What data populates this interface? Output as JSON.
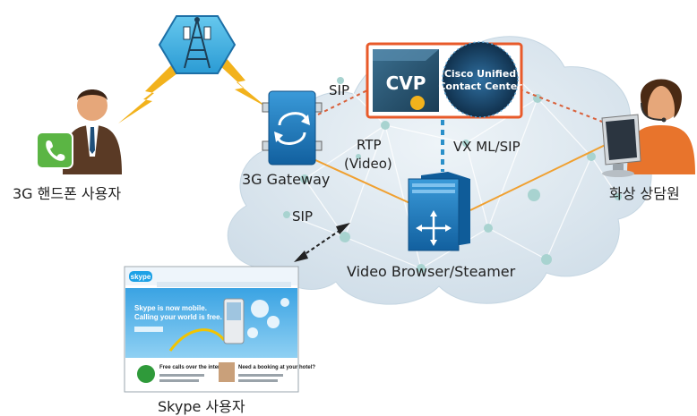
{
  "labels": {
    "user_3g": "3G 핸드폰 사용자",
    "gateway": "3G Gateway",
    "agent": "화상 상담원",
    "video_browser": "Video Browser/Steamer",
    "skype_user": "Skype 사용자",
    "sip_top": "SIP",
    "sip_left": "SIP",
    "rtp": "RTP",
    "rtp_video": "(Video)",
    "vxml_sip": "VX ML/SIP",
    "cvp": "CVP",
    "ucc_line1": "Cisco Unified",
    "ucc_line2": "Contact Center"
  },
  "skype_screen": {
    "logo": "skype",
    "headline_line1": "Skype is now mobile.",
    "headline_line2": "Calling your world is free.",
    "card1_title": "Free calls over the internet",
    "card2_title": "Need a booking at your hotel?"
  },
  "colors": {
    "cloud": "#d9e6ef",
    "dashed_red": "#d9603a",
    "dashed_blue": "#2a8fc9",
    "orange_line": "#f0a030",
    "lightning": "#f2b21c",
    "device_blue": "#1b78c0",
    "highlight_box": "#e85a2a"
  }
}
